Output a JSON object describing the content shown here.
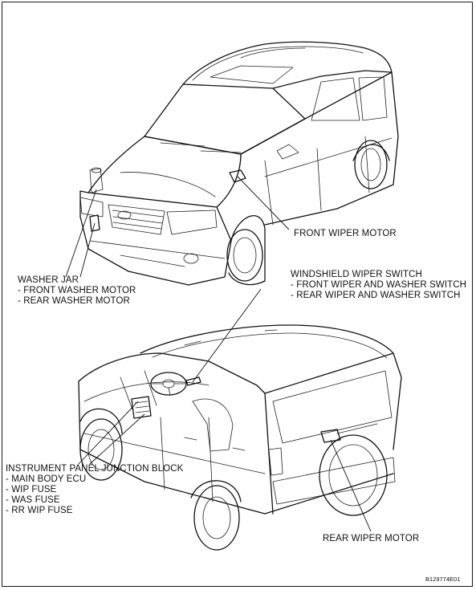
{
  "labels": {
    "front_wiper_motor": "FRONT WIPER MOTOR",
    "washer_jar": {
      "title": "WASHER JAR",
      "items": [
        "- FRONT WASHER MOTOR",
        "- REAR WASHER MOTOR"
      ]
    },
    "windshield_wiper_switch": {
      "title": "WINDSHIELD WIPER SWITCH",
      "items": [
        "- FRONT WIPER AND WASHER SWITCH",
        "- REAR WIPER AND WASHER SWITCH"
      ]
    },
    "instrument_panel_junction_block": {
      "title": "INSTRUMENT PANEL JUNCTION BLOCK",
      "items": [
        "- MAIN BODY ECU",
        "- WIP FUSE",
        "- WAS FUSE",
        "- RR WIP FUSE"
      ]
    },
    "rear_wiper_motor": "REAR WIPER MOTOR"
  },
  "figure_code": "B129774E01"
}
